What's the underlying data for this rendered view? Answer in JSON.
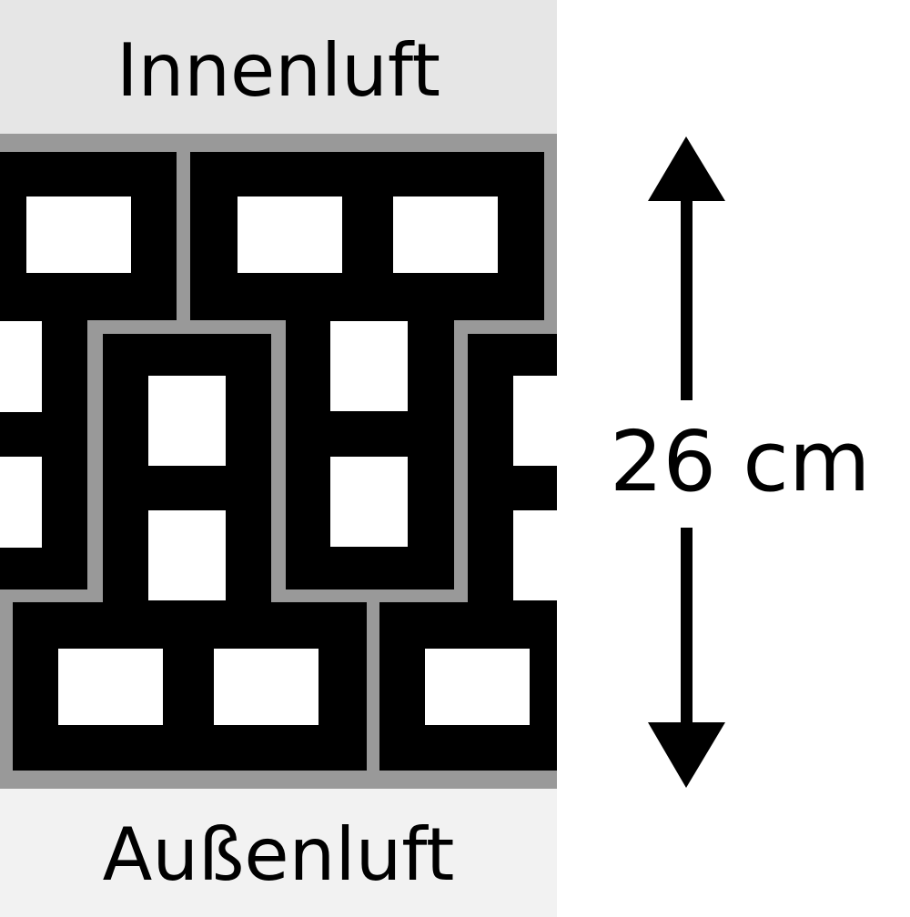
{
  "diagram": {
    "inner_side_label": "Innenluft",
    "outer_side_label": "Außenluft",
    "thickness_label": "26 cm"
  },
  "colors": {
    "inner_air": "#e6e6e6",
    "outer_air": "#f2f2f2",
    "mortar": "#999999",
    "brick": "#000000",
    "hole": "#ffffff",
    "arrow": "#000000"
  }
}
